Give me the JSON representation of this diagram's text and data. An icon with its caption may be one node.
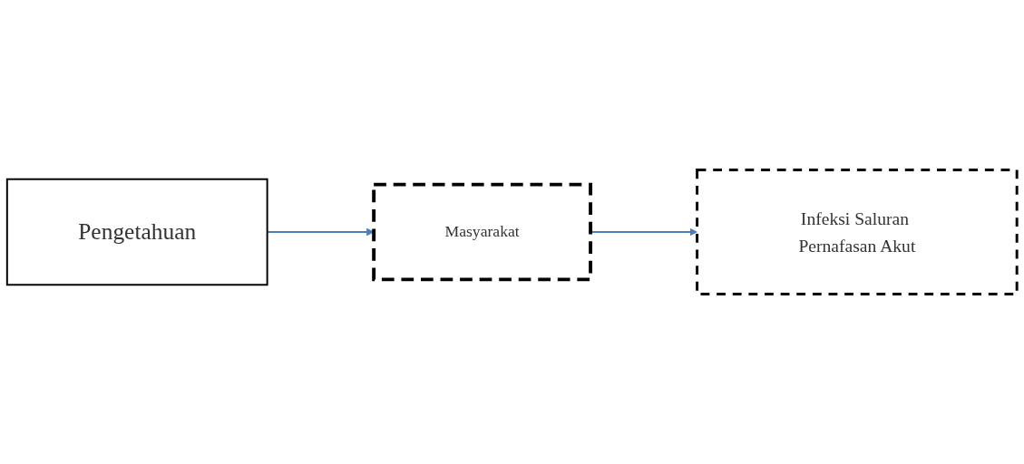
{
  "diagram": {
    "nodes": [
      {
        "text": [
          "Pengetahuan"
        ]
      },
      {
        "text": [
          "Masyarakat"
        ]
      },
      {
        "text": [
          "Infeksi Saluran Pernafasan Akut"
        ]
      }
    ],
    "edges": [
      {
        "from": 0,
        "to": 1,
        "arrow": "to"
      },
      {
        "from": 1,
        "to": 2,
        "arrow": "to"
      }
    ]
  }
}
